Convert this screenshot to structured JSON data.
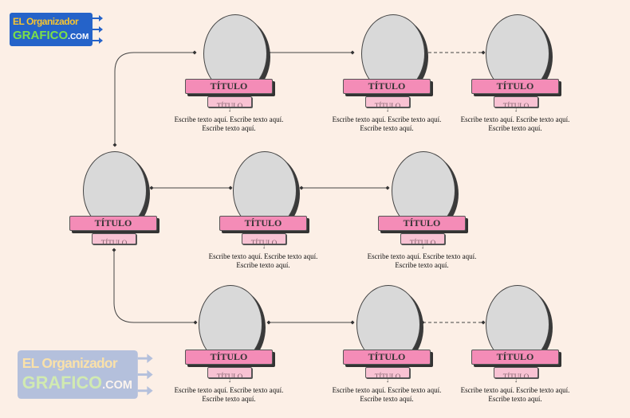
{
  "logo": {
    "line1": "EL Organizador",
    "line2": "GRAFICO",
    "line2_suffix": ".COM"
  },
  "nodes": [
    {
      "title": "TÍTULO",
      "subtitle": "TÍTULO",
      "text": "Escribe texto aquí. Escribe texto aquí. Escribe texto aquí."
    },
    {
      "title": "TÍTULO",
      "subtitle": "TÍTULO",
      "text": "Escribe texto aquí. Escribe texto aquí. Escribe texto aquí."
    },
    {
      "title": "TÍTULO",
      "subtitle": "TÍTULO",
      "text": "Escribe texto aquí. Escribe texto aquí. Escribe texto aquí."
    },
    {
      "title": "TÍTULO",
      "subtitle": "TÍTULO",
      "text": ""
    },
    {
      "title": "TÍTULO",
      "subtitle": "TÍTULO",
      "text": "Escribe texto aquí. Escribe texto aquí. Escribe texto aquí."
    },
    {
      "title": "TÍTULO",
      "subtitle": "TÍTULO",
      "text": "Escribe texto aquí. Escribe texto aquí. Escribe texto aquí."
    },
    {
      "title": "TÍTULO",
      "subtitle": "TÍTULO",
      "text": "Escribe texto aquí. Escribe texto aquí. Escribe texto aquí."
    },
    {
      "title": "TÍTULO",
      "subtitle": "TÍTULO",
      "text": "Escribe texto aquí. Escribe texto aquí. Escribe texto aquí."
    },
    {
      "title": "TÍTULO",
      "subtitle": "TÍTULO",
      "text": "Escribe texto aquí. Escribe texto aquí. Escribe texto aquí."
    }
  ],
  "colors": {
    "background": "#fcefe6",
    "oval": "#d9d9d9",
    "title_bar": "#f48cb7",
    "sub_bar": "#f8c2d3",
    "logo": "#2563c9"
  }
}
